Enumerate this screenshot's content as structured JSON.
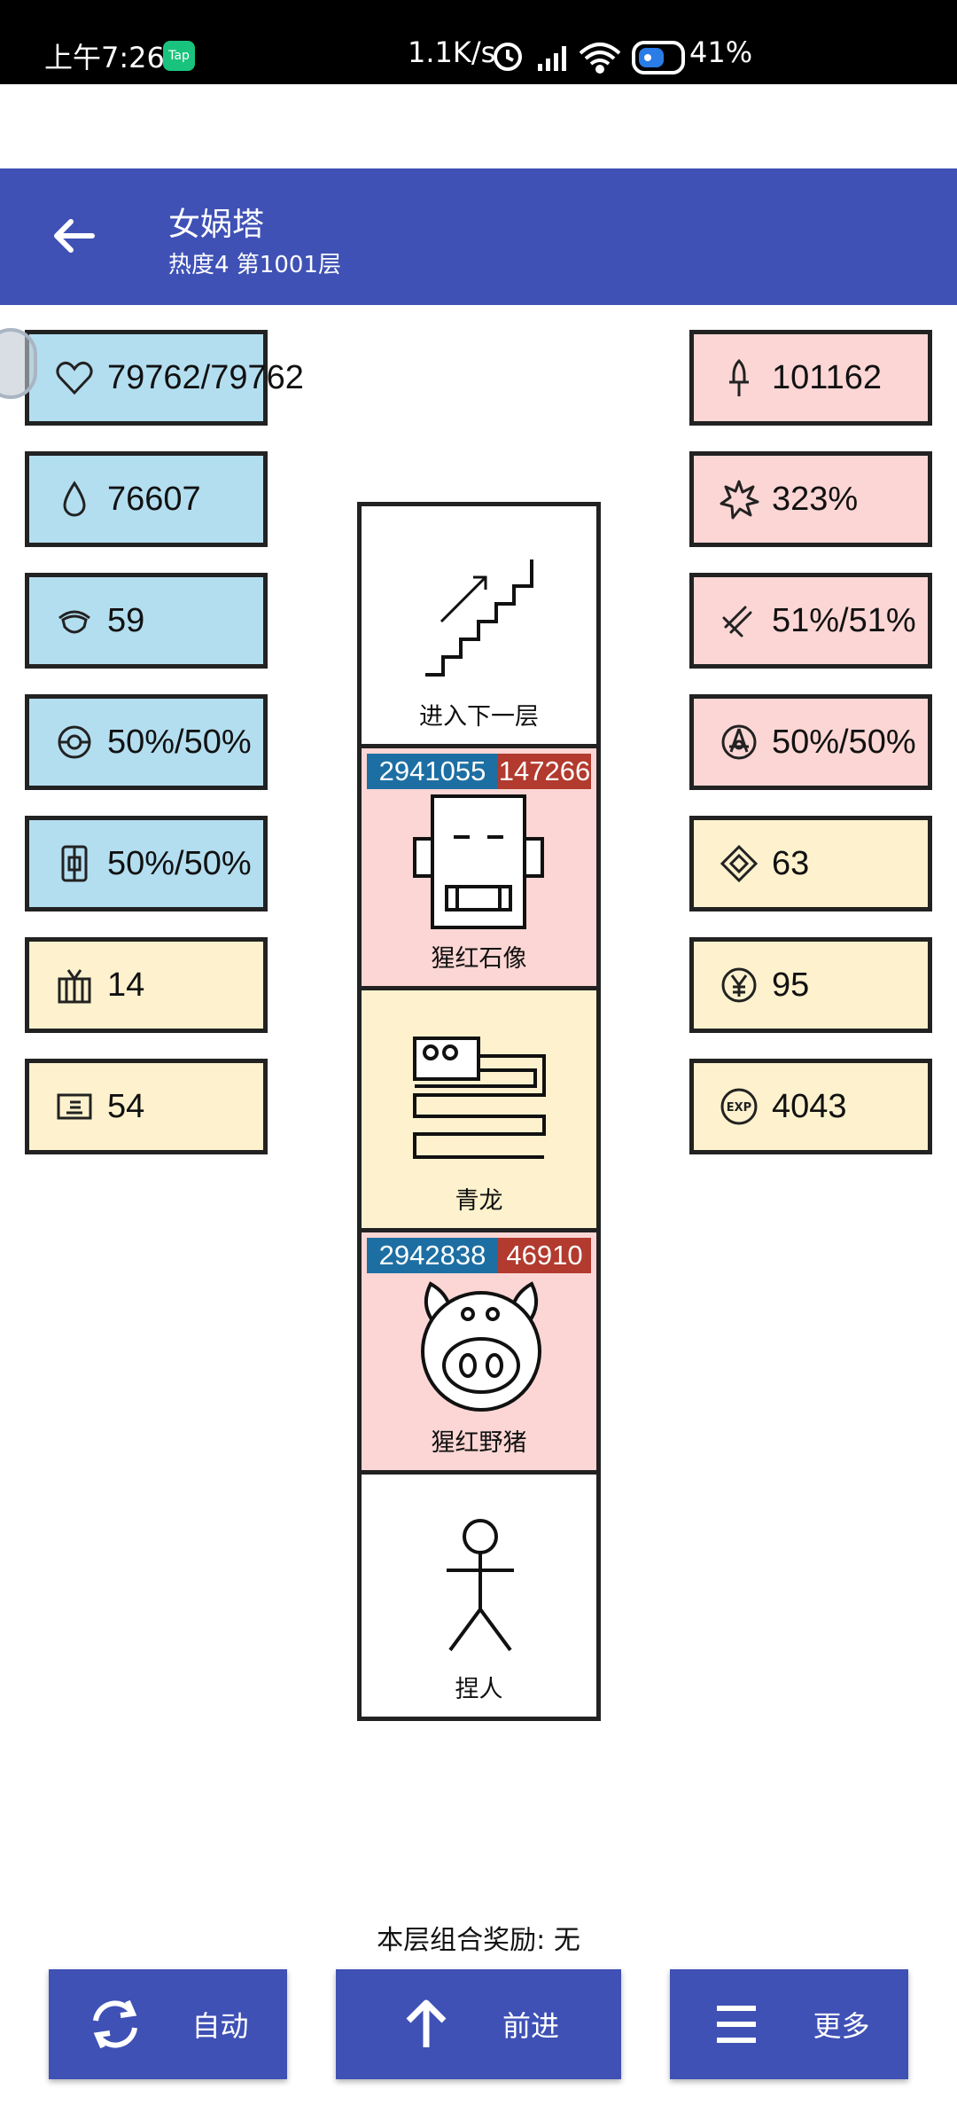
{
  "status_bar": {
    "time": "上午7:26",
    "tap_badge": "Tap",
    "net_speed": "1.1K/s",
    "battery": "41%"
  },
  "header": {
    "title": "女娲塔",
    "subtitle": "热度4 第1001层"
  },
  "left_stats": [
    {
      "icon": "heart-icon",
      "value": "79762/79762"
    },
    {
      "icon": "droplet-icon",
      "value": "76607"
    },
    {
      "icon": "helmet-icon",
      "value": "59"
    },
    {
      "icon": "ring-icon",
      "value": "50%/50%"
    },
    {
      "icon": "armor-icon",
      "value": "50%/50%"
    },
    {
      "icon": "gift-icon",
      "value": "14"
    },
    {
      "icon": "card-icon",
      "value": "54"
    }
  ],
  "right_stats": [
    {
      "icon": "sword-icon",
      "value": "101162"
    },
    {
      "icon": "burst-icon",
      "value": "323%"
    },
    {
      "icon": "slash-icon",
      "value": "51%/51%"
    },
    {
      "icon": "target-icon",
      "value": "50%/50%"
    },
    {
      "icon": "diamond-icon",
      "value": "63"
    },
    {
      "icon": "yen-icon",
      "value": "95"
    },
    {
      "icon": "exp-icon",
      "value": "4043"
    }
  ],
  "tower": {
    "stairs": {
      "label": "进入下一层"
    },
    "stone_statue": {
      "label": "猩红石像",
      "hp": "2941055",
      "atk": "147266"
    },
    "azure_dragon": {
      "label": "青龙"
    },
    "wild_boar": {
      "label": "猩红野猪",
      "hp": "2942838",
      "atk": "46910"
    },
    "player": {
      "label": "捏人"
    }
  },
  "footer": {
    "combo": "本层组合奖励: 无",
    "auto_label": "自动",
    "forward_label": "前进",
    "more_label": "更多"
  },
  "exp_badge": "EXP",
  "colors": {
    "primary": "#3f51b5",
    "blue_box": "#b3def0",
    "pink_box": "#fbd6d4",
    "cream_box": "#fdf2cd",
    "hp_tag": "#1d6fa3",
    "atk_tag": "#b23a2e"
  }
}
